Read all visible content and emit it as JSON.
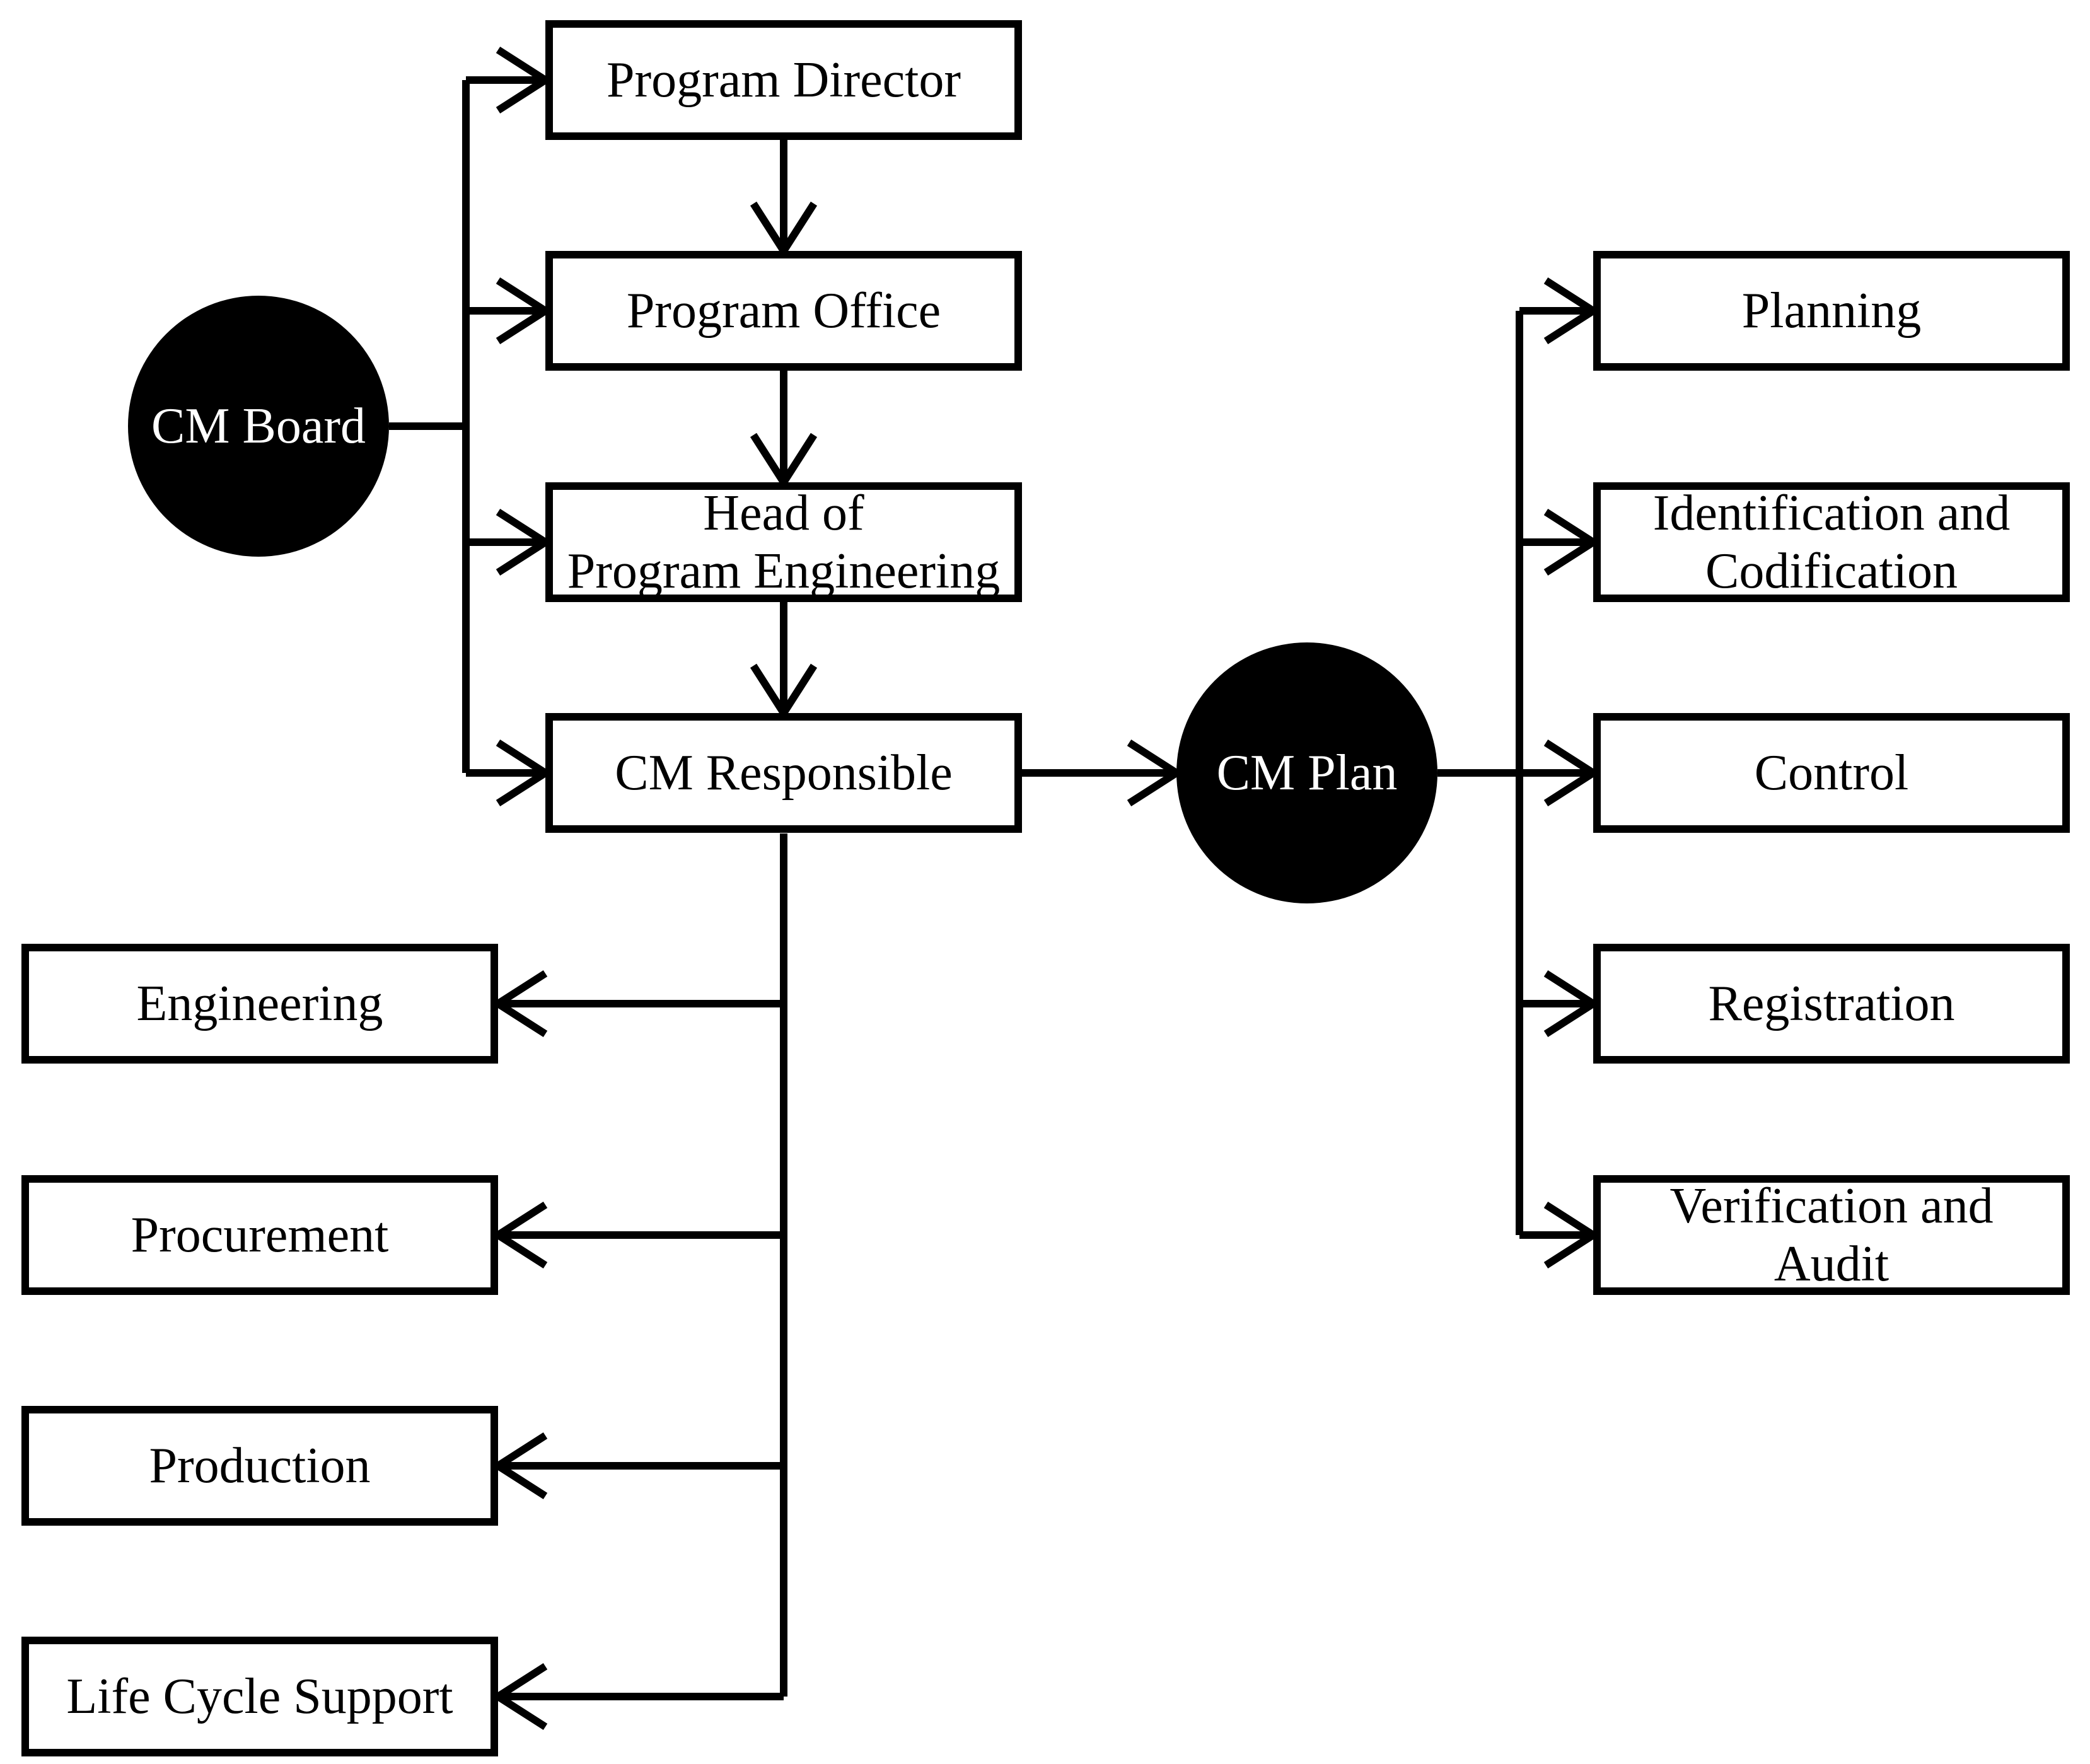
{
  "colors": {
    "background": "#ffffff",
    "connector": "#000000",
    "box_fill": "#ffffff",
    "box_border": "#000000",
    "box_text": "#000000",
    "circle_fill": "#000000",
    "circle_text": "#ffffff"
  },
  "diagram": {
    "nodes": {
      "cm_board": {
        "label": "CM Board",
        "shape": "circle"
      },
      "program_director": {
        "label": "Program Director",
        "shape": "box"
      },
      "program_office": {
        "label": "Program Office",
        "shape": "box"
      },
      "head_of_program_engineering": {
        "label": "Head of\nProgram Engineering",
        "shape": "box"
      },
      "cm_responsible": {
        "label": "CM Responsible",
        "shape": "box"
      },
      "cm_plan": {
        "label": "CM Plan",
        "shape": "circle"
      },
      "engineering": {
        "label": "Engineering",
        "shape": "box"
      },
      "procurement": {
        "label": "Procurement",
        "shape": "box"
      },
      "production": {
        "label": "Production",
        "shape": "box"
      },
      "life_cycle_support": {
        "label": "Life Cycle Support",
        "shape": "box"
      },
      "planning": {
        "label": "Planning",
        "shape": "box"
      },
      "identification_and_codification": {
        "label": "Identification and\nCodification",
        "shape": "box"
      },
      "control": {
        "label": "Control",
        "shape": "box"
      },
      "registration": {
        "label": "Registration",
        "shape": "box"
      },
      "verification_and_audit": {
        "label": "Verification and\nAudit",
        "shape": "box"
      }
    },
    "edges": [
      {
        "from": "cm_board",
        "to": "program_director"
      },
      {
        "from": "cm_board",
        "to": "program_office"
      },
      {
        "from": "cm_board",
        "to": "head_of_program_engineering"
      },
      {
        "from": "cm_board",
        "to": "cm_responsible"
      },
      {
        "from": "program_director",
        "to": "program_office"
      },
      {
        "from": "program_office",
        "to": "head_of_program_engineering"
      },
      {
        "from": "head_of_program_engineering",
        "to": "cm_responsible"
      },
      {
        "from": "cm_responsible",
        "to": "cm_plan"
      },
      {
        "from": "cm_responsible",
        "to": "engineering"
      },
      {
        "from": "cm_responsible",
        "to": "procurement"
      },
      {
        "from": "cm_responsible",
        "to": "production"
      },
      {
        "from": "cm_responsible",
        "to": "life_cycle_support"
      },
      {
        "from": "cm_plan",
        "to": "planning"
      },
      {
        "from": "cm_plan",
        "to": "identification_and_codification"
      },
      {
        "from": "cm_plan",
        "to": "control"
      },
      {
        "from": "cm_plan",
        "to": "registration"
      },
      {
        "from": "cm_plan",
        "to": "verification_and_audit"
      }
    ]
  }
}
